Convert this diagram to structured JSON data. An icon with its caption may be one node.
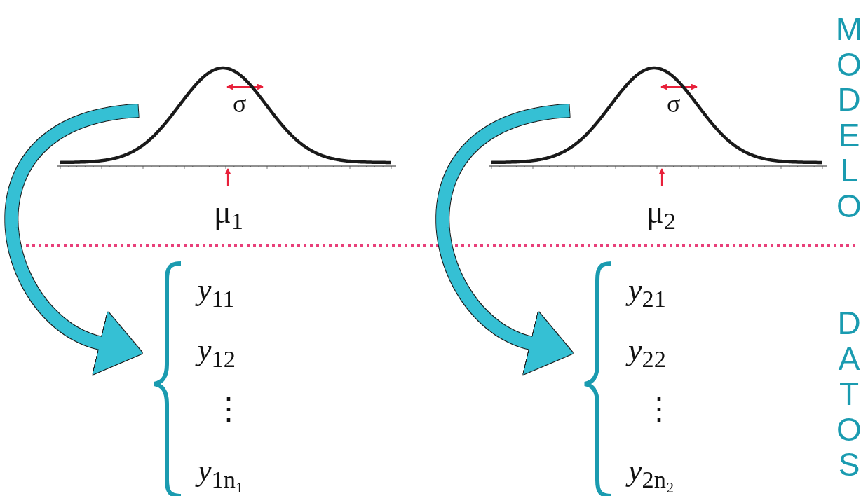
{
  "diagram": {
    "nodes": [
      {
        "text": [],
        "shape": "picture"
      },
      {
        "text": [
          "*y*$_{11}$",
          "*y*$_{12}$",
          "⋮",
          "*y*$_{1n₁}$"
        ]
      },
      {
        "text": [],
        "shape": "picture"
      },
      {
        "text": [
          "*y*$_{21}$",
          "*y*$_{22}$",
          "⋮",
          "*y*$_{2n₂}$"
        ]
      }
    ],
    "edges": [
      {
        "from": 0,
        "to": 1,
        "arrow": "to"
      },
      {
        "from": 2,
        "to": 3,
        "arrow": "to"
      }
    ],
    "labels": [
      "σ",
      "μ$_{1}$",
      "σ",
      "μ$_{2}$",
      "MODELO",
      "DATOS"
    ]
  }
}
